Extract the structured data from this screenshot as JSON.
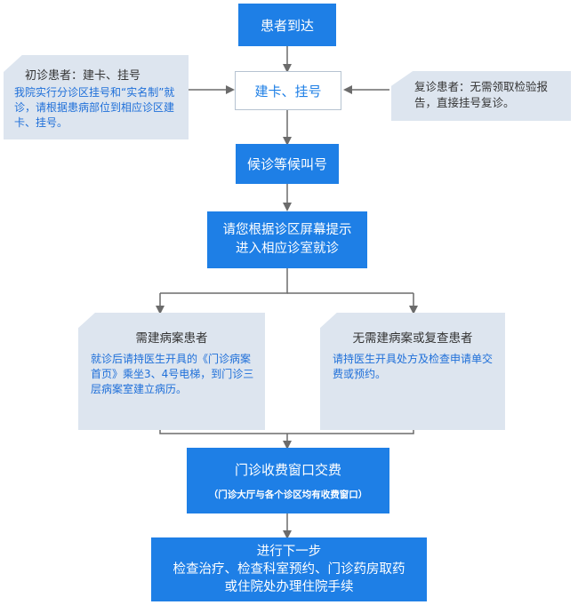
{
  "colors": {
    "box": "#1e7fe6",
    "note": "#dde5ef",
    "line": "#6b6b6b",
    "note_text": "#1e6fd9"
  },
  "steps": {
    "arrive": "患者到达",
    "register": "建卡、挂号",
    "wait": "候诊等候叫号",
    "enter_line1": "请您根据诊区屏幕提示",
    "enter_line2": "进入相应诊室就诊",
    "pay_title": "门诊收费窗口交费",
    "pay_sub": "（门诊大厅与各个诊区均有收费窗口）",
    "next_line1": "进行下一步",
    "next_line2": "检查治疗、检查科室预约、门诊药房取药",
    "next_line3": "或住院处办理住院手续"
  },
  "notes": {
    "first_visit": {
      "title": "初诊患者：建卡、挂号",
      "text": "我院实行分诊区挂号和“实名制”就诊，请根据患病部位到相应诊区建卡、挂号。"
    },
    "return_visit": {
      "title": "复诊患者：无需领取检验报告，直接挂号复诊。"
    },
    "need_record": {
      "title": "需建病案患者",
      "text": "就诊后请持医生开具的《门诊病案首页》乘坐3、4号电梯，到门诊三层病案室建立病历。"
    },
    "no_record": {
      "title": "无需建病案或复查患者",
      "text": "请持医生开具处方及检查申请单交费或预约。"
    }
  }
}
